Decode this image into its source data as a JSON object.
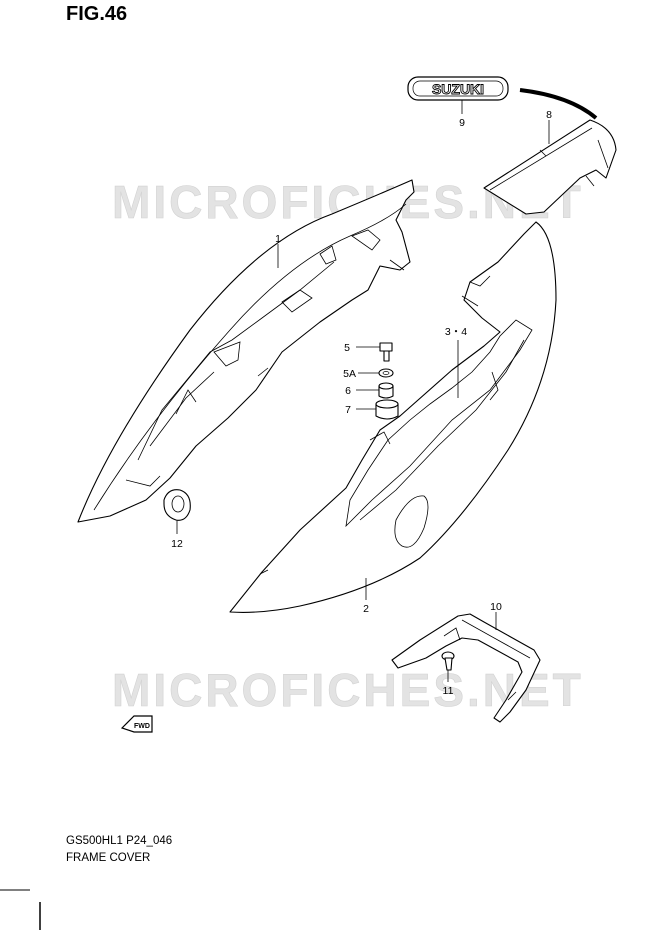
{
  "figure": {
    "title": "FIG.46",
    "model_code": "GS500HL1 P24_046",
    "caption": "FRAME COVER"
  },
  "watermark": {
    "text": "MICROFICHES.NET",
    "color": "#e3e3e3"
  },
  "emblem": {
    "text": "SUZUKI"
  },
  "direction_marker": {
    "text": "FWD"
  },
  "parts": [
    {
      "ref": "1"
    },
    {
      "ref": "2"
    },
    {
      "ref": "3・4"
    },
    {
      "ref": "5"
    },
    {
      "ref": "5A"
    },
    {
      "ref": "6"
    },
    {
      "ref": "7"
    },
    {
      "ref": "8"
    },
    {
      "ref": "9"
    },
    {
      "ref": "10"
    },
    {
      "ref": "11"
    },
    {
      "ref": "12"
    }
  ]
}
